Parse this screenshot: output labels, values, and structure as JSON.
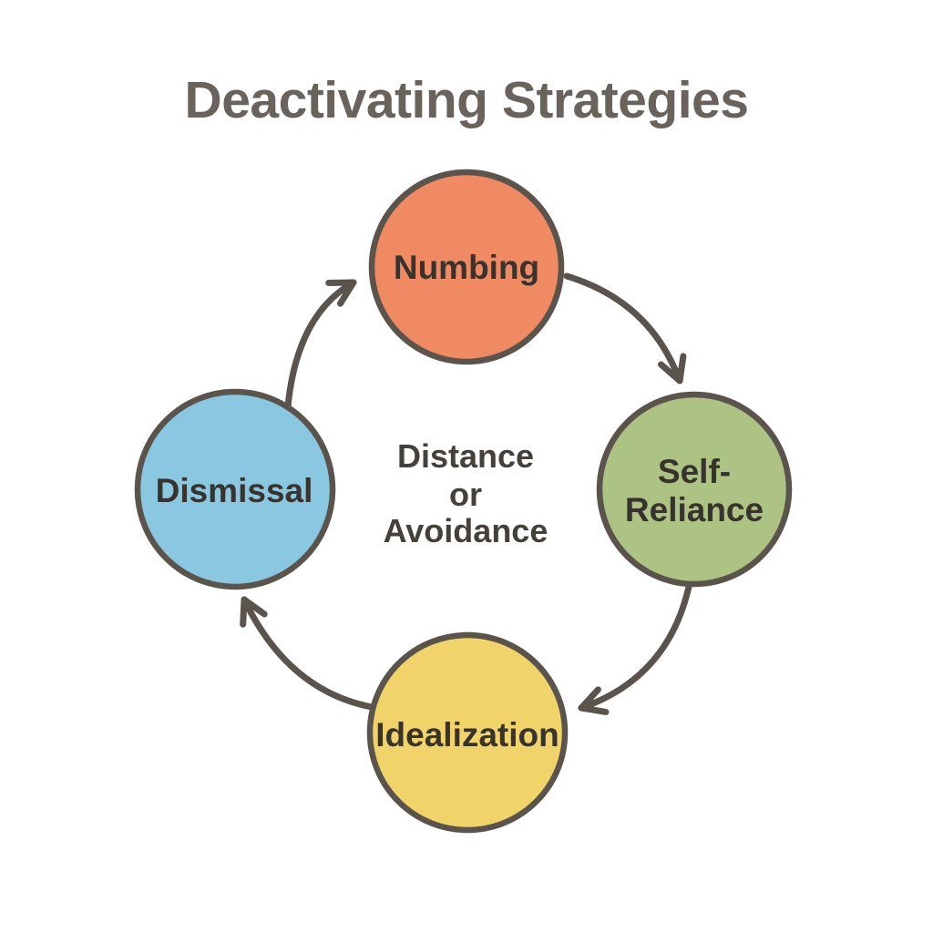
{
  "title": "Deactivating Strategies",
  "nodes": {
    "numbing": {
      "label": "Numbing"
    },
    "self_reliance": {
      "label": "Self-Reliance",
      "line1": "Self-",
      "line2": "Reliance"
    },
    "idealization": {
      "label": "Idealization"
    },
    "dismissal": {
      "label": "Dismissal"
    }
  },
  "center": {
    "line1": "Distance",
    "line2": "or",
    "line3": "Avoidance"
  },
  "flow": [
    "Dismissal -> Numbing",
    "Numbing -> Self-Reliance",
    "Self-Reliance -> Idealization",
    "Idealization -> Dismissal"
  ],
  "colors": {
    "background": "#FFFFFF",
    "outline": "#5A544C",
    "title_text": "#6A635C",
    "label_text": "#38332E",
    "center_text": "#46403A",
    "numbing_fill": "#EF8A62",
    "self_reliance_fill": "#ACC383",
    "idealization_fill": "#F1D469",
    "dismissal_fill": "#8AC8E2"
  }
}
